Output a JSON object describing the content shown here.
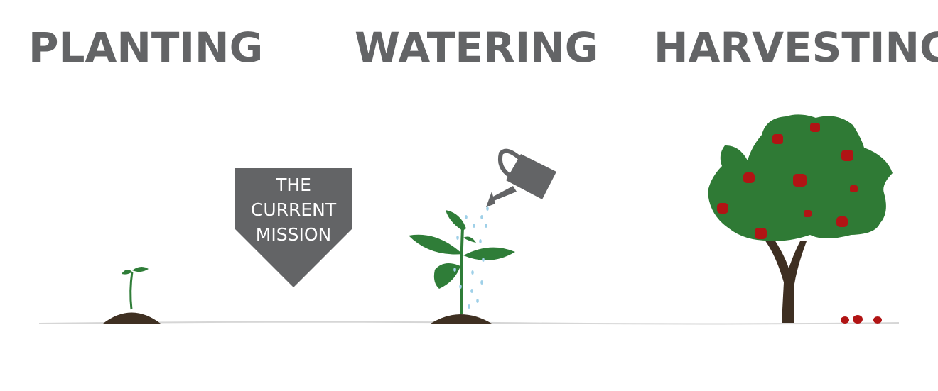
{
  "stages": [
    {
      "id": "planting",
      "label": "PLANTING"
    },
    {
      "id": "watering",
      "label": "WATERING"
    },
    {
      "id": "harvesting",
      "label": "HARVESTING"
    }
  ],
  "marker": {
    "lines": [
      "THE",
      "CURRENT",
      "MISSION"
    ]
  },
  "colors": {
    "title": "#636466",
    "marker": "#636466",
    "soil": "#3f3022",
    "leaf": "#2f7d38",
    "tree_canopy": "#2f7a35",
    "trunk": "#3e2f22",
    "apple": "#b11414",
    "water": "#9fd0e8",
    "ground_line": "#d4d4d4"
  }
}
